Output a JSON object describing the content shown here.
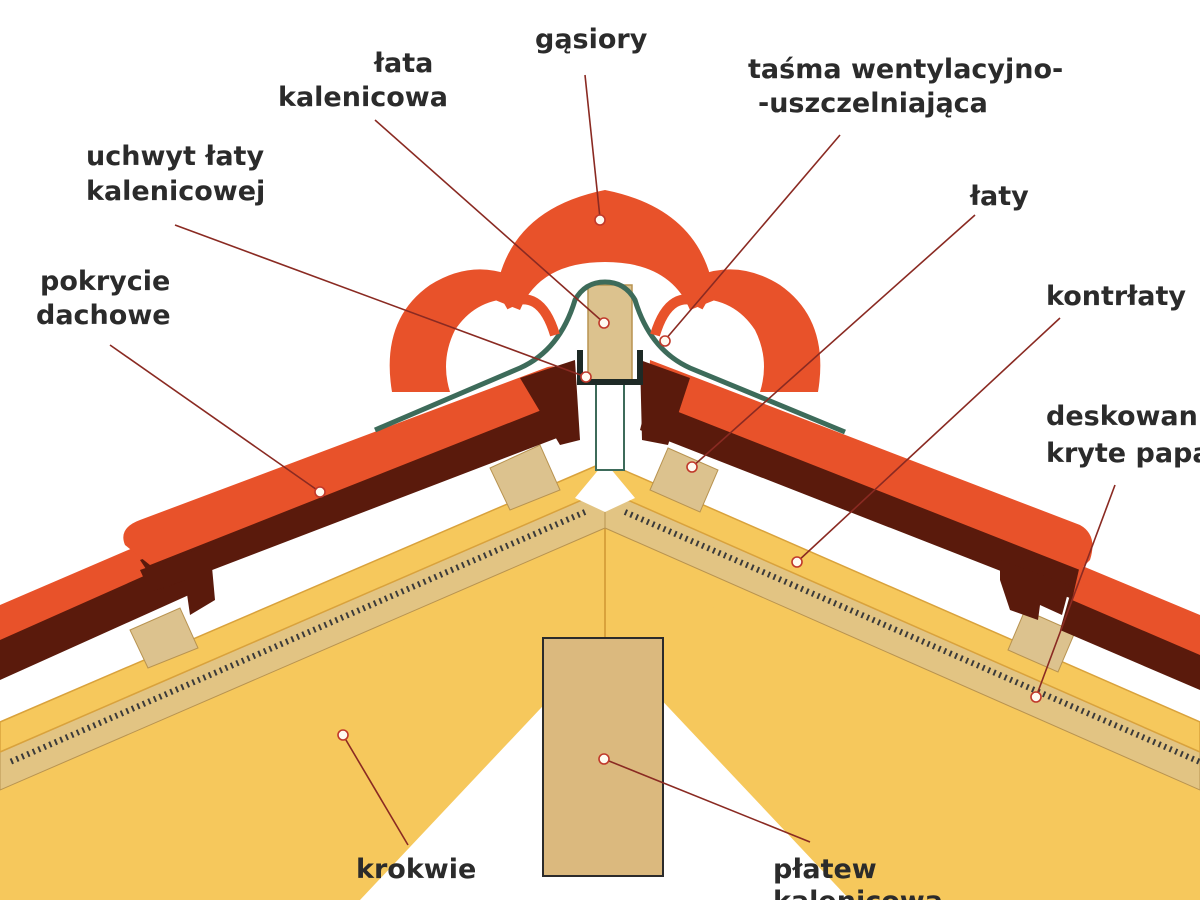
{
  "colors": {
    "tile": "#e8522a",
    "tile_dark": "#5a1a0c",
    "timber": "#f6c85c",
    "timber_edge": "#d9a23c",
    "batten": "#dcc28e",
    "post": "#dbb97e",
    "membrane": "#3d6b5a",
    "leader": "#8a2a22"
  },
  "labels": {
    "gasiory": "gąsiory",
    "lata_kalenicowa_1": "łata",
    "lata_kalenicowa_2": "kalenicowa",
    "tasma_1": "taśma wentylacyjno-",
    "tasma_2": "-uszczelniająca",
    "uchwyt_1": "uchwyt łaty",
    "uchwyt_2": "kalenicowej",
    "laty": "łaty",
    "pokrycie_1": "pokrycie",
    "pokrycie_2": "dachowe",
    "kontrlaty": "kontrłaty",
    "deskowanie_1": "deskowanie",
    "deskowanie_2": "kryte papą",
    "krokwie": "krokwie",
    "platew_1": "płatew",
    "platew_2": "kalenicowa"
  }
}
